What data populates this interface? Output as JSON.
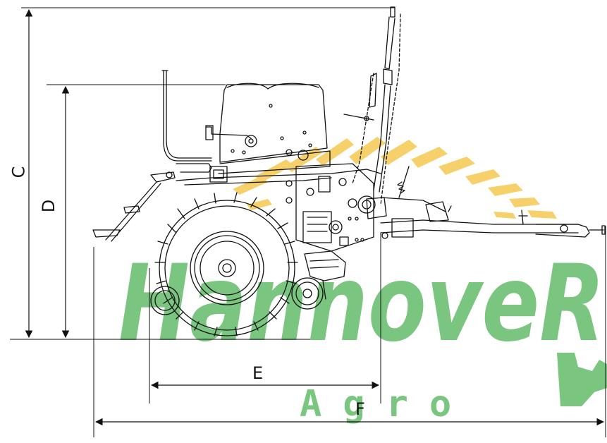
{
  "dimensions": {
    "c": "C",
    "d": "D",
    "e": "E",
    "f": "F"
  },
  "watermark": {
    "brand": "HannoveR",
    "sub": "Agro",
    "green": "#48b04e",
    "gold": "#f3c23a"
  },
  "colors": {
    "line": "#111111"
  }
}
